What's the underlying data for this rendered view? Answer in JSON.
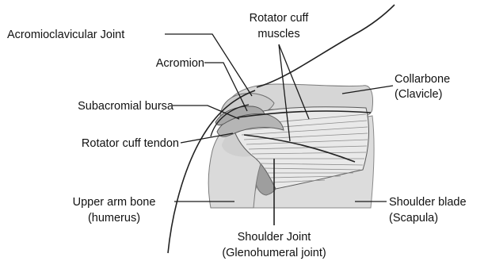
{
  "labels": {
    "acromioclavicular_joint": "Acromioclavicular Joint",
    "rotator_cuff_muscles_line1": "Rotator cuff",
    "rotator_cuff_muscles_line2": "muscles",
    "acromion": "Acromion",
    "collarbone_line1": "Collarbone",
    "collarbone_line2": "(Clavicle)",
    "subacromial_bursa": "Subacromial bursa",
    "rotator_cuff_tendon": "Rotator cuff tendon",
    "upper_arm_bone_line1": "Upper arm bone",
    "upper_arm_bone_line2": "(humerus)",
    "shoulder_blade_line1": "Shoulder blade",
    "shoulder_blade_line2": "(Scapula)",
    "shoulder_joint_line1": "Shoulder Joint",
    "shoulder_joint_line2": "(Glenohumeral joint)"
  }
}
